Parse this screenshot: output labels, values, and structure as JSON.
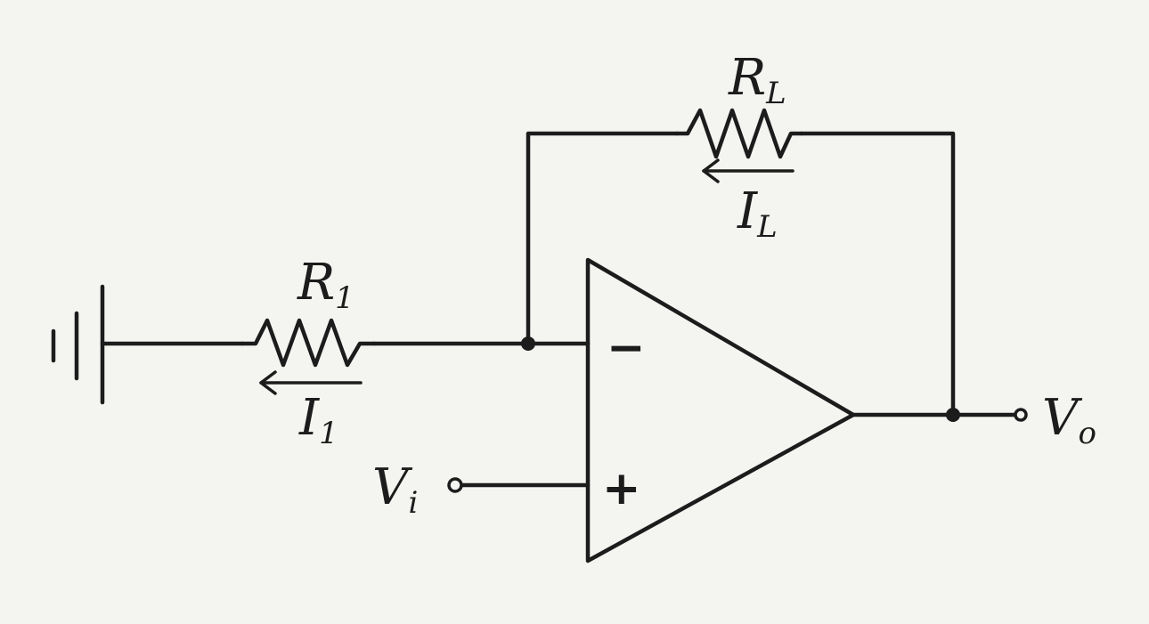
{
  "diagram": {
    "r_feedback": {
      "main": "R",
      "sub": "L"
    },
    "i_feedback": {
      "main": "I",
      "sub": "L"
    },
    "r_input": {
      "main": "R",
      "sub": "1"
    },
    "i_input": {
      "main": "I",
      "sub": "1"
    },
    "v_in": {
      "main": "V",
      "sub": "i"
    },
    "v_out": {
      "main": "V",
      "sub": "o"
    },
    "inverting_sign": "−",
    "noninverting_sign": "+"
  }
}
